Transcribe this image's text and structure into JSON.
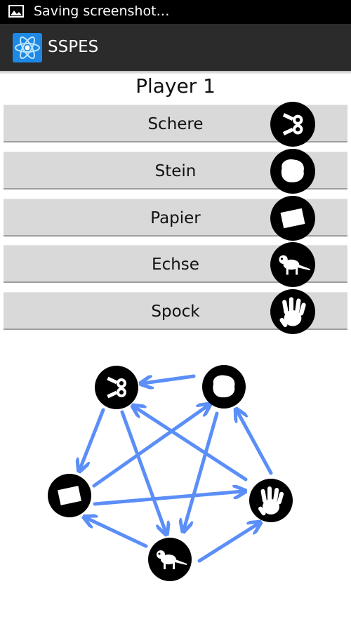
{
  "statusbar": {
    "text": "Saving screenshot…"
  },
  "app": {
    "title": "SSPES"
  },
  "player": {
    "title": "Player 1"
  },
  "choices": [
    {
      "label": "Schere",
      "icon": "scissors-icon"
    },
    {
      "label": "Stein",
      "icon": "rock-icon"
    },
    {
      "label": "Papier",
      "icon": "paper-icon"
    },
    {
      "label": "Echse",
      "icon": "lizard-icon"
    },
    {
      "label": "Spock",
      "icon": "spock-hand-icon"
    }
  ],
  "colors": {
    "arrow": "#5b8ef7",
    "button": "#d9d9d9",
    "actionbar": "#2b2b2b"
  }
}
